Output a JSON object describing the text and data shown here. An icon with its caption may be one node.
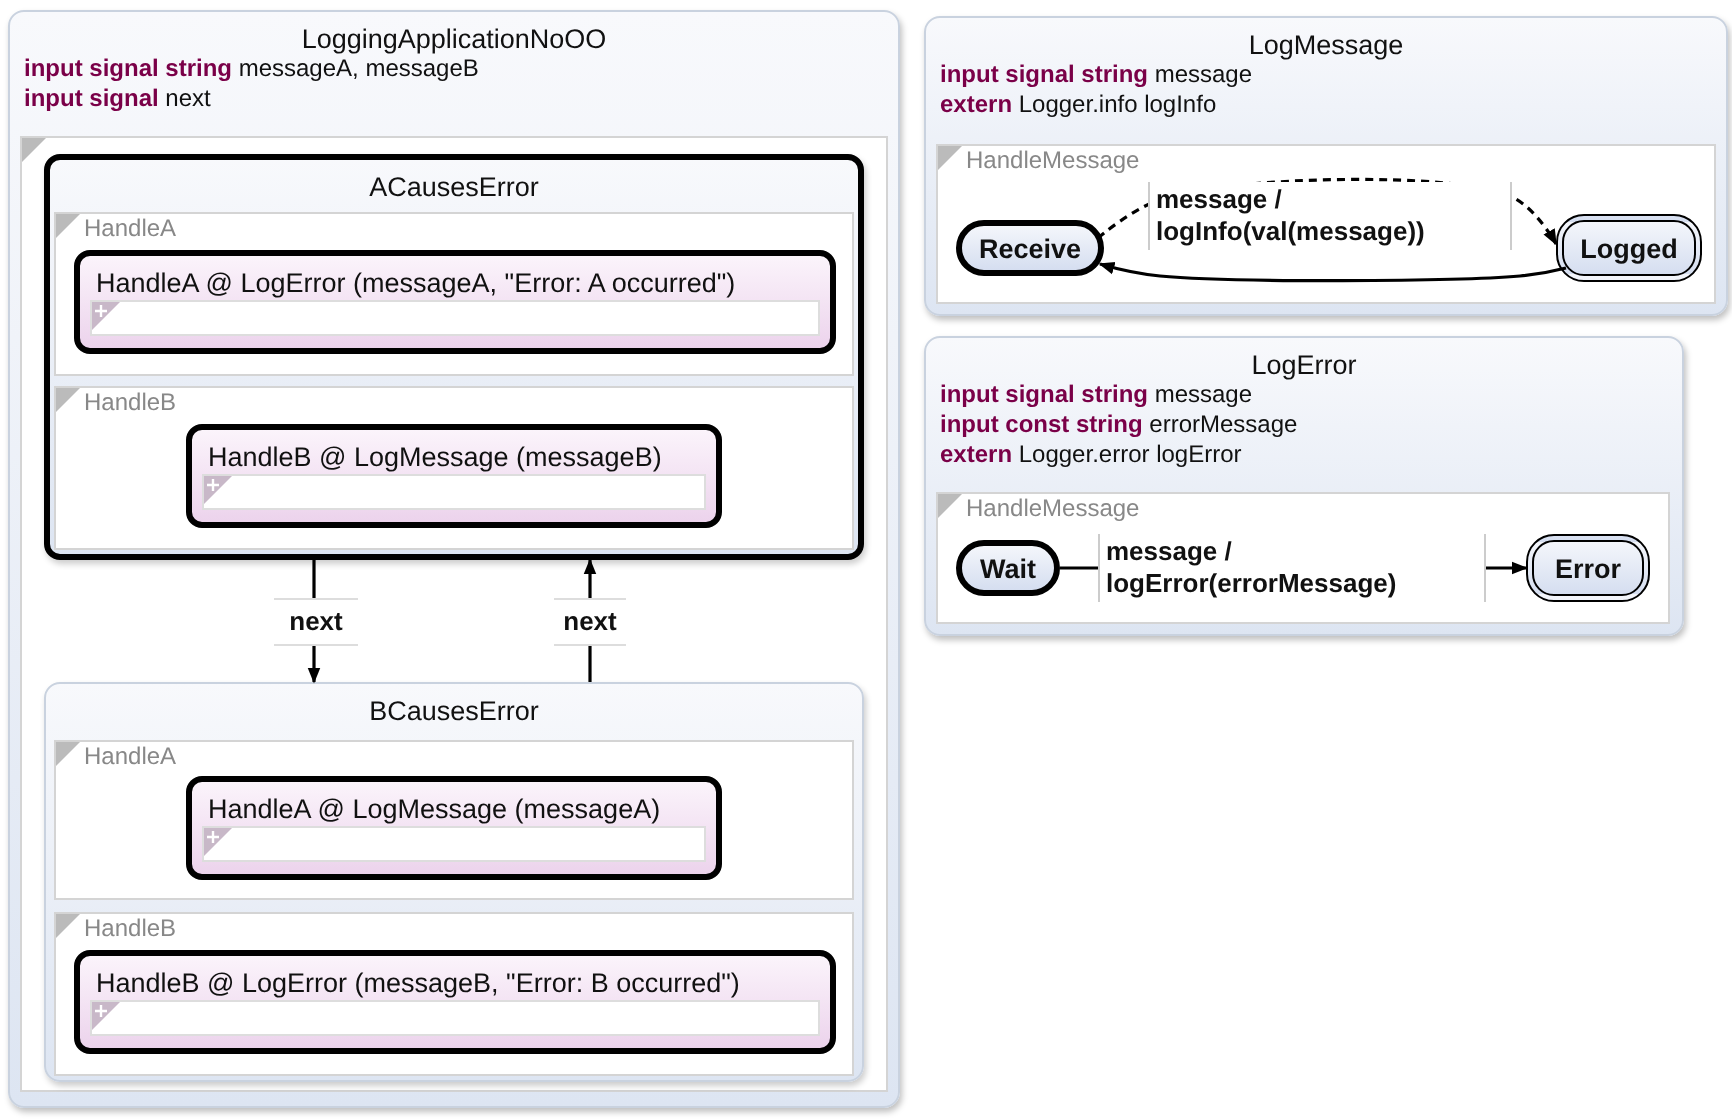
{
  "diagram": {
    "nodes": [
      {
        "text": [
          "LoggingApplicationNoOO",
          "**input signal string** messageA, messageB",
          "**input signal** next"
        ]
      },
      {
        "text": [],
        "shape": "box",
        "in": 0
      },
      {
        "text": [
          "ACausesError"
        ],
        "in": 1
      },
      {
        "text": [
          "HandleA"
        ],
        "in": 2
      },
      {
        "text": [
          "HandleA @ LogError (messageA, \"Error: A occurred\")"
        ],
        "in": 3
      },
      {
        "text": [
          "HandleB"
        ],
        "in": 2
      },
      {
        "text": [
          "HandleB @ LogMessage (messageB)"
        ],
        "in": 5
      },
      {
        "text": [
          "BCausesError"
        ],
        "in": 1
      },
      {
        "text": [
          "HandleA"
        ],
        "in": 7
      },
      {
        "text": [
          "HandleA @ LogMessage (messageA)"
        ],
        "in": 8
      },
      {
        "text": [
          "HandleB"
        ],
        "in": 7
      },
      {
        "text": [
          "HandleB @ LogError (messageB, \"Error: B occurred\")"
        ],
        "in": 10
      },
      {
        "text": [
          "LogMessage",
          "**input signal string** message",
          "**extern** Logger.info logInfo"
        ]
      },
      {
        "text": [
          "HandleMessage"
        ],
        "in": 12
      },
      {
        "text": [
          "Receive"
        ],
        "in": 13
      },
      {
        "text": [
          "Logged"
        ],
        "in": 13
      },
      {
        "text": [
          "LogError",
          "**input signal string** message",
          "**input const string** errorMessage",
          "**extern** Logger.error logError"
        ]
      },
      {
        "text": [
          "HandleMessage"
        ],
        "in": 16
      },
      {
        "text": [
          "Wait"
        ],
        "in": 17
      },
      {
        "text": [
          "Error"
        ],
        "in": 17
      }
    ],
    "edges": [
      {
        "from": 2,
        "to": 7,
        "arrow": "to",
        "label": "next"
      },
      {
        "from": 7,
        "to": 2,
        "arrow": "to",
        "label": "next"
      },
      {
        "from": 14,
        "to": 15,
        "arrow": "to",
        "label": "message / logInfo(val(message))",
        "style": "dashed"
      },
      {
        "from": 15,
        "to": 14,
        "arrow": "to"
      },
      {
        "from": 18,
        "to": 19,
        "arrow": "to",
        "label": "message / logError(errorMessage)"
      }
    ]
  }
}
